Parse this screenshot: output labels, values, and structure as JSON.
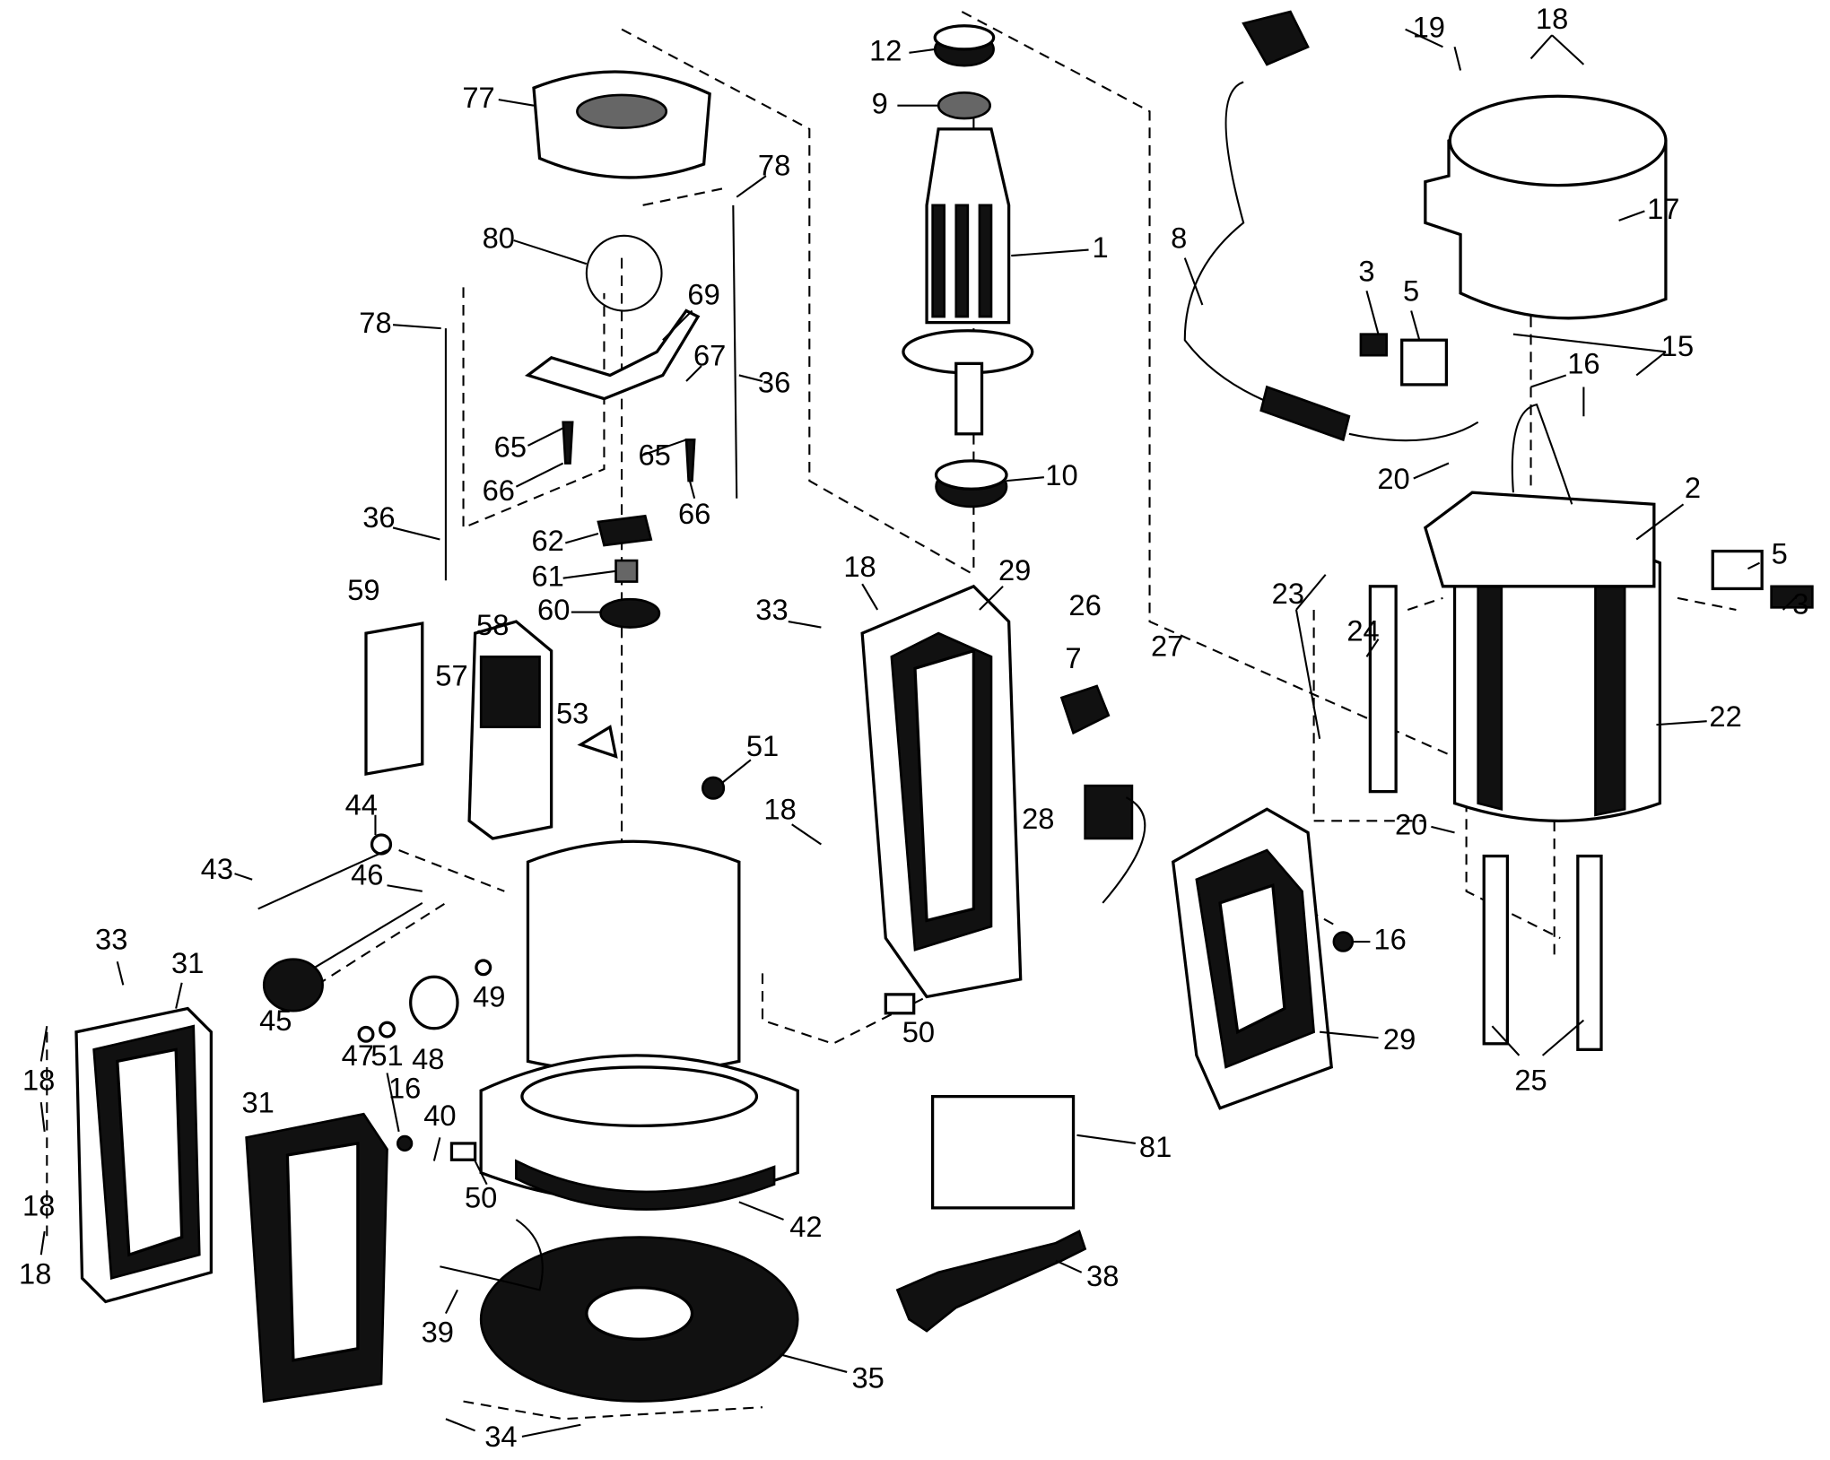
{
  "diagram": {
    "type": "exploded-parts-diagram",
    "part_labels": [
      "12",
      "9",
      "77",
      "78",
      "80",
      "1",
      "78",
      "69",
      "67",
      "36",
      "65",
      "65",
      "66",
      "66",
      "10",
      "36",
      "62",
      "61",
      "60",
      "59",
      "58",
      "57",
      "53",
      "51",
      "44",
      "43",
      "46",
      "18",
      "29",
      "33",
      "18",
      "26",
      "27",
      "7",
      "28",
      "19",
      "18",
      "17",
      "8",
      "3",
      "5",
      "15",
      "16",
      "20",
      "2",
      "5",
      "3",
      "23",
      "24",
      "22",
      "20",
      "16",
      "29",
      "25",
      "33",
      "31",
      "18",
      "18",
      "18",
      "45",
      "47",
      "51",
      "48",
      "49",
      "50",
      "31",
      "16",
      "40",
      "50",
      "42",
      "81",
      "38",
      "39",
      "35",
      "34"
    ]
  }
}
